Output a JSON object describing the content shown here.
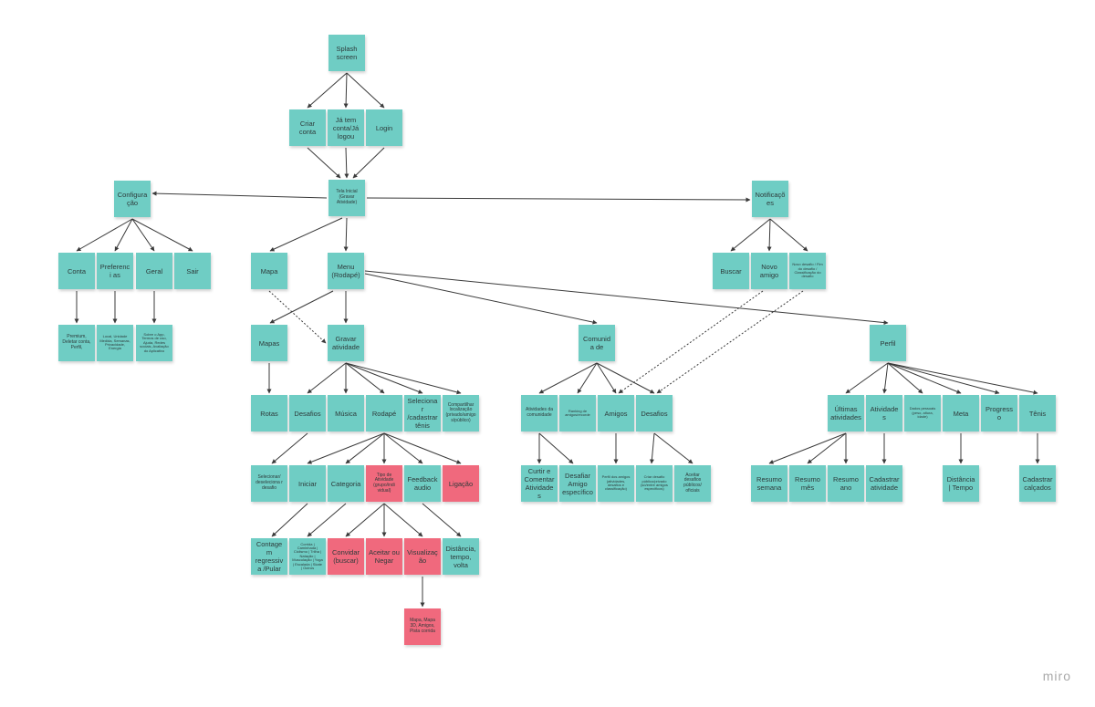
{
  "notes": {
    "splash": "Splash screen",
    "criar_conta": "Criar conta",
    "ja_tem_conta": "Já tem conta/Já logou",
    "login": "Login",
    "tela_inicial": "Tela Inicial (Gravar Atividade)",
    "configuracao": "Configura ção",
    "notificacoes": "Notificaçõ es",
    "conta": "Conta",
    "preferencias": "Preferenci as",
    "geral": "Geral",
    "sair": "Sair",
    "conta_detail": "Premium, Deletar conta, Perfil,",
    "preferencias_detail": "Local, Unidade Medida, Semanas, Privacidade, Energia",
    "geral_detail": "Sobre o App, Termos de uso, Ajuda, Redes sociais, Avaliação do Aplicativo",
    "mapa": "Mapa",
    "menu": "Menu (Rodapé)",
    "buscar": "Buscar",
    "novo_amigo": "Novo amigo",
    "novo_desafio": "Novo desafio / Fim do desafio / Classificação do desafio",
    "mapas": "Mapas",
    "gravar_atividade": "Gravar atividade",
    "comunidade": "Comunida de",
    "perfil": "Perfil",
    "rotas": "Rotas",
    "desafios": "Desafios",
    "musica": "Música",
    "rodape": "Rodapé",
    "selecionar_tenis": "Selecionar /cadastrar tênis",
    "compartilhar": "Compartilhar localização (privado/amigos/público)",
    "atividades_comunidade": "Atividades da comunidade",
    "ranking": "Ranking de amigos/recorde",
    "amigos": "Amigos",
    "com_desafios": "Desafios",
    "ultimas_atividades": "Últimas atividades",
    "atividades": "Atividades",
    "dados_pessoais": "Dados pessoais (peso, altura, idade)",
    "meta": "Meta",
    "progresso": "Progresso",
    "tenis": "Tênis",
    "selecionar_desafio": "Selecionar/ deseleciona r desafio",
    "iniciar": "Iniciar",
    "categoria": "Categoria",
    "tipo_atividade": "Tipo de Atividade (grupo/indi vidual)",
    "feedback_audio": "Feedback audio",
    "ligacao": "Ligação",
    "curtir_comentar": "Curtir e Comentar Atividades",
    "desafiar_amigo": "Desafiar Amigo específico",
    "perfil_amigos": "Perfil dos amigos (atividades, desafios e classificação)",
    "criar_desafio": "Criar desafio público/privado (só/entre amigos específicos)",
    "aceitar_desafios": "Aceitar desafios públicos/ oficiais",
    "resumo_semana": "Resumo semana",
    "resumo_mes": "Resumo mês",
    "resumo_ano": "Resumo ano",
    "cadastrar_atividade": "Cadastrar atividade",
    "distancia_tempo": "Distância | Tempo",
    "cadastrar_calcados": "Cadastrar calçados",
    "contagem": "Contagem regressiva /Pular",
    "categorias_lista": "Corrida | Caminhada | Ciclismo | Trilha | Natação | Musculação | Yoga | Escalada | Skate | Outros",
    "convidar": "Convidar (buscar)",
    "aceitar_negar": "Aceitar ou Negar",
    "visualizacao": "Visualizaç ão",
    "distancia_tempo_volta": "Distância, tempo, volta",
    "mapa_opcoes": "Mapa, Mapa 3D, Amigos, Pista corrida"
  },
  "colors": {
    "teal": "#6fcdc4",
    "pink": "#f0697d",
    "line": "#3a3a3a"
  },
  "watermark": "miro"
}
